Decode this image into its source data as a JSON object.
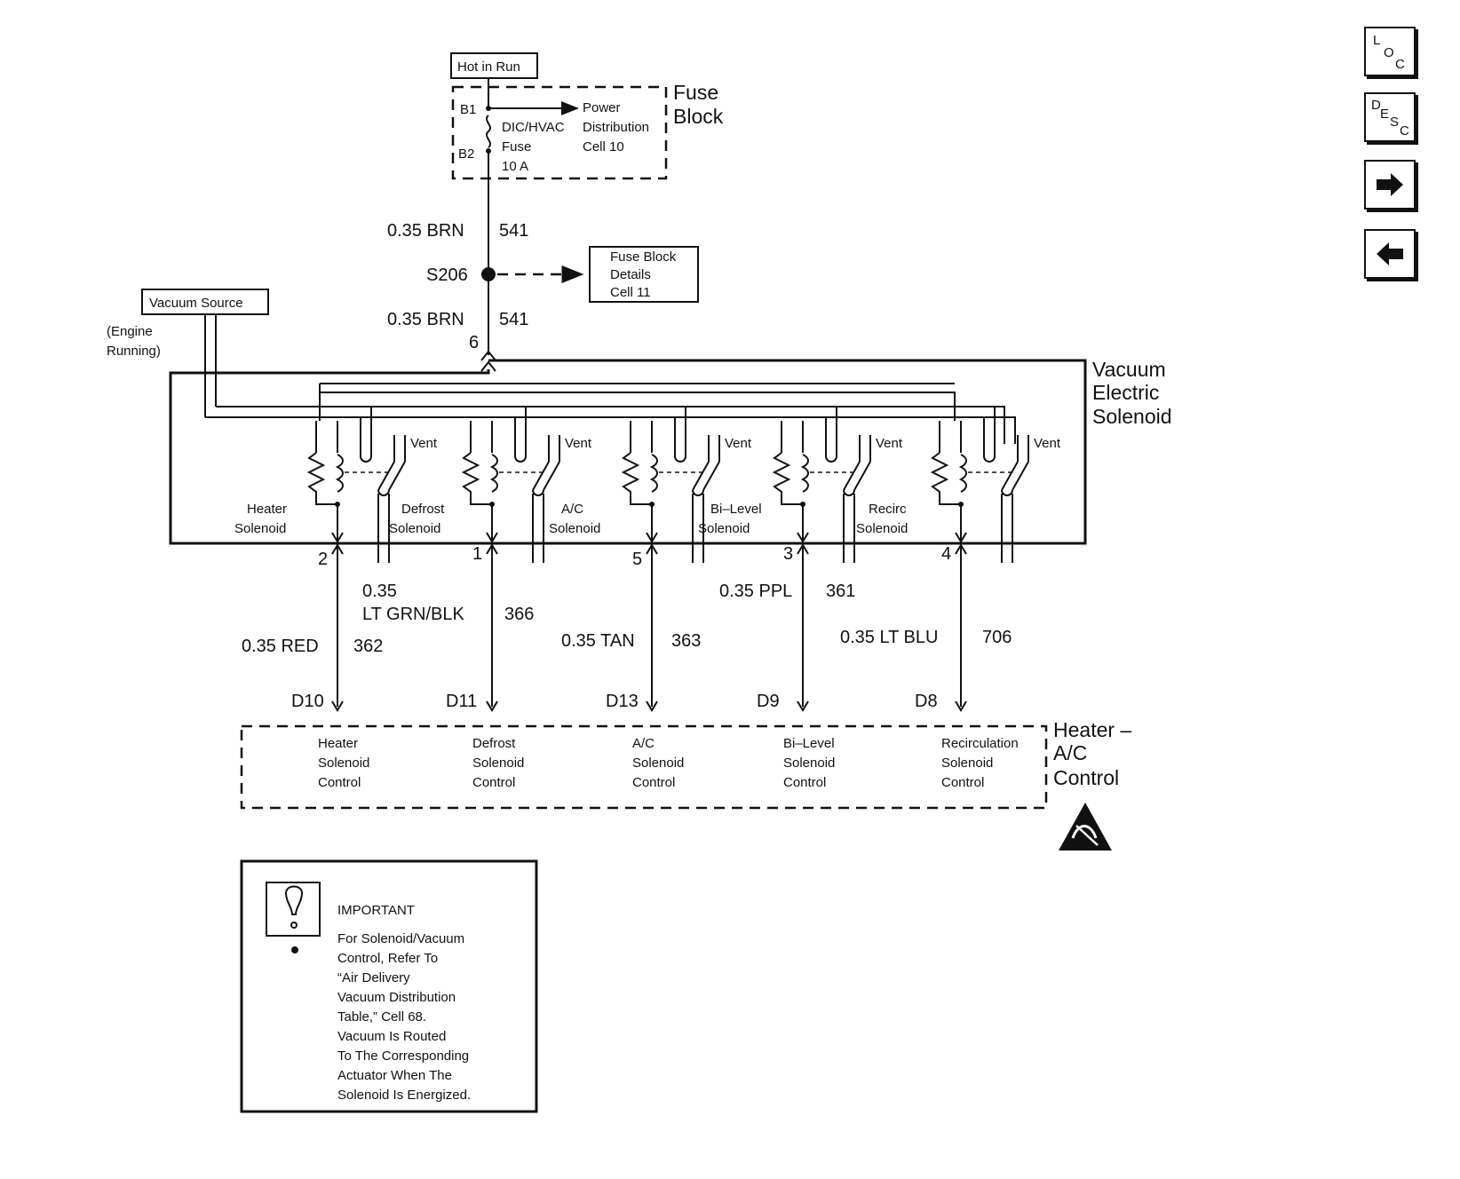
{
  "nav": {
    "loc": {
      "l1": "L",
      "l2": "O",
      "l3": "C"
    },
    "desc": {
      "l1": "D",
      "l2": "E",
      "l3": "S",
      "l4": "C"
    }
  },
  "fuse_block": {
    "hot_in_run": "Hot in Run",
    "title_line1": "Fuse",
    "title_line2": "Block",
    "b1": "B1",
    "b2": "B2",
    "fuse_line1": "DIC/HVAC",
    "fuse_line2": "Fuse",
    "fuse_line3": "10 A",
    "power_line1": "Power",
    "power_line2": "Distribution",
    "power_line3": "Cell 10"
  },
  "feed": {
    "wire_top_gauge": "0.35 BRN",
    "wire_top_circuit": "541",
    "splice": "S206",
    "details_line1": "Fuse Block",
    "details_line2": "Details",
    "details_line3": "Cell 11",
    "wire_bottom_gauge": "0.35 BRN",
    "wire_bottom_circuit": "541",
    "pin": "6"
  },
  "vacuum_source": {
    "label": "Vacuum Source",
    "note_line1": "(Engine",
    "note_line2": "Running)"
  },
  "solenoid_assembly": {
    "title_line1": "Vacuum",
    "title_line2": "Electric",
    "title_line3": "Solenoid"
  },
  "solenoids": [
    {
      "name_line1": "Heater",
      "name_line2": "Solenoid",
      "vent": "Vent",
      "pin": "2",
      "wire_gauge": "0.35 RED",
      "circuit": "362",
      "conn": "D10",
      "ctrl_line1": "Heater",
      "ctrl_line2": "Solenoid",
      "ctrl_line3": "Control"
    },
    {
      "name_line1": "Defrost",
      "name_line2": "Solenoid",
      "vent": "Vent",
      "pin": "1",
      "wire_gauge_line1": "0.35",
      "wire_gauge_line2": "LT GRN/BLK",
      "circuit": "366",
      "conn": "D11",
      "ctrl_line1": "Defrost",
      "ctrl_line2": "Solenoid",
      "ctrl_line3": "Control"
    },
    {
      "name_line1": "A/C",
      "name_line2": "Solenoid",
      "vent": "Vent",
      "pin": "5",
      "wire_gauge": "0.35 TAN",
      "circuit": "363",
      "conn": "D13",
      "ctrl_line1": "A/C",
      "ctrl_line2": "Solenoid",
      "ctrl_line3": "Control"
    },
    {
      "name_line1": "Bi–Level",
      "name_line2": "Solenoid",
      "vent": "Vent",
      "pin": "3",
      "wire_gauge": "0.35 PPL",
      "circuit": "361",
      "conn": "D9",
      "ctrl_line1": "Bi–Level",
      "ctrl_line2": "Solenoid",
      "ctrl_line3": "Control"
    },
    {
      "name_line1": "Recirc",
      "name_line2": "Solenoid",
      "vent": "Vent",
      "pin": "4",
      "wire_gauge": "0.35 LT BLU",
      "circuit": "706",
      "conn": "D8",
      "ctrl_line1": "Recirculation",
      "ctrl_line2": "Solenoid",
      "ctrl_line3": "Control"
    }
  ],
  "control_module": {
    "title_line1": "Heater –",
    "title_line2": "A/C",
    "title_line3": "Control"
  },
  "important": {
    "heading": "IMPORTANT",
    "lines": [
      "For Solenoid/Vacuum",
      "Control, Refer To",
      "“Air Delivery",
      "Vacuum Distribution",
      "Table,” Cell 68.",
      "Vacuum Is Routed",
      "To The Corresponding",
      "Actuator When The",
      "Solenoid Is Energized."
    ]
  }
}
